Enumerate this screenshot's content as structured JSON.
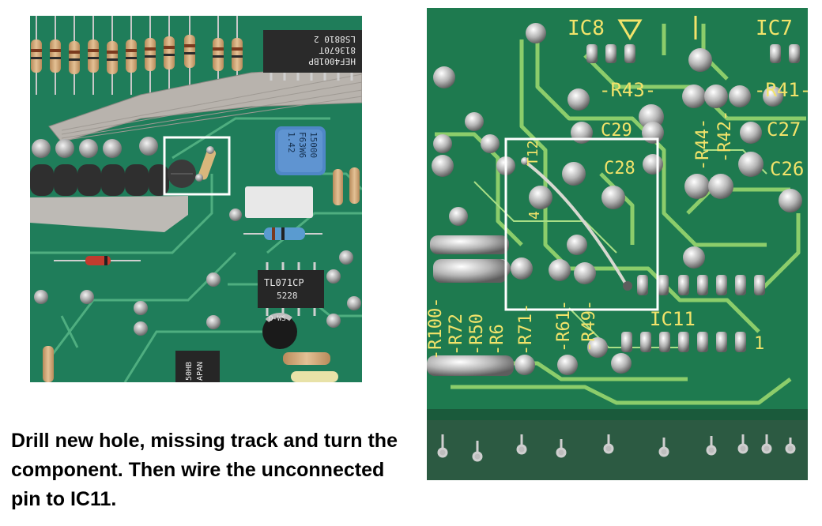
{
  "caption": "Drill new hole, missing track and turn the component. Then wire the unconnected pin to IC11.",
  "left_photo": {
    "chip_top_lines": [
      "HEF4001BP",
      "813670T",
      "LS8810 2"
    ],
    "capacitor_lines": [
      "15000",
      "F63W6",
      "1.42"
    ],
    "opamp_lines": [
      "TL071CP",
      "5228"
    ],
    "bottom_chip_lines": [
      "50HB",
      "APAN"
    ],
    "electrolytic_label": "O-WS"
  },
  "right_photo": {
    "silkscreen": {
      "ic8": "IC8",
      "ic7": "IC7",
      "ic11": "IC11",
      "r43": "-R43-",
      "r41": "-R41-",
      "r44": "-R44-",
      "r42": "-R42-",
      "c29": "C29",
      "c28": "C28",
      "c27": "C27",
      "c26": "C26",
      "r100": "-R100-",
      "r72": "-R72",
      "r50": "-R50",
      "r6x": "-R6",
      "r71": "-R71-",
      "r61": "-R61-",
      "r49": "-R49-",
      "pin1": "1",
      "t12": "T12",
      "t4": "4"
    }
  },
  "colors": {
    "pcb_green": "#1f7a55",
    "trace_green": "#8fcf6e",
    "silkscreen": "#f2e36a",
    "solder": "#c9c9c9",
    "highlight_box": "#ffffff"
  }
}
